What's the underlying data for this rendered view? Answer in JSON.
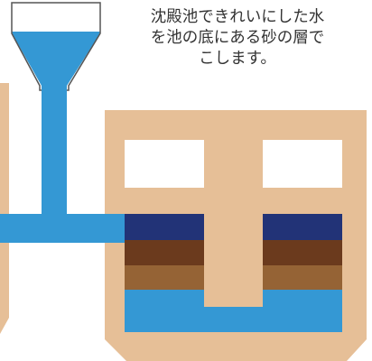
{
  "caption": {
    "lines": [
      "沈殿池できれいにした水",
      "を池の底にある砂の層で",
      "こします。"
    ]
  },
  "colors": {
    "tank_tan": "#e6bf97",
    "water_blue": "#3498d4",
    "layer_navy": "#223377",
    "layer_dark_brown": "#6b3a1d",
    "layer_light_brown": "#956335",
    "window_white": "#ffffff",
    "funnel_outline": "#555555"
  },
  "diagram": {
    "parts": [
      "funnel",
      "vertical-pipe",
      "horizontal-pipe",
      "filter-tank",
      "sand-layers",
      "water-channel"
    ]
  }
}
